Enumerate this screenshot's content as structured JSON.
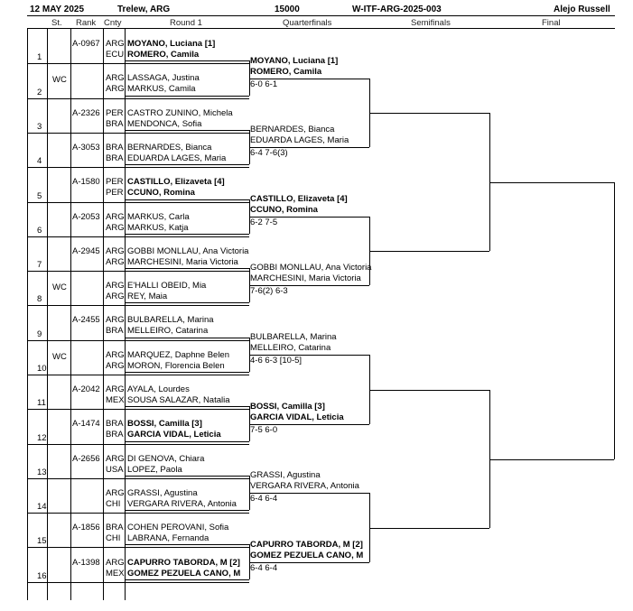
{
  "header": {
    "date": "12 MAY 2025",
    "location": "Trelew, ARG",
    "prize": "15000",
    "event_code": "W-ITF-ARG-2025-003",
    "referee": "Alejo Russell"
  },
  "columns": {
    "st": "St.",
    "rank": "Rank",
    "cnty": "Cnty",
    "round1": "Round 1",
    "qf": "Quarterfinals",
    "sf": "Semifinals",
    "final": "Final"
  },
  "draw": [
    {
      "line": "1",
      "st": "",
      "rank": "A-0967",
      "countries": [
        "ARG",
        "ECU"
      ],
      "players": [
        "MOYANO, Luciana [1]",
        "ROMERO, Camila"
      ],
      "bold": true
    },
    {
      "line": "2",
      "st": "WC",
      "rank": "",
      "countries": [
        "ARG",
        "ARG"
      ],
      "players": [
        "LASSAGA, Justina",
        "MARKUS, Camila"
      ],
      "bold": false
    },
    {
      "line": "3",
      "st": "",
      "rank": "A-2326",
      "countries": [
        "PER",
        "BRA"
      ],
      "players": [
        "CASTRO ZUNINO, Michela",
        "MENDONCA, Sofia"
      ],
      "bold": false
    },
    {
      "line": "4",
      "st": "",
      "rank": "A-3053",
      "countries": [
        "BRA",
        "BRA"
      ],
      "players": [
        "BERNARDES, Bianca",
        "EDUARDA LAGES, Maria"
      ],
      "bold": false
    },
    {
      "line": "5",
      "st": "",
      "rank": "A-1580",
      "countries": [
        "PER",
        "PER"
      ],
      "players": [
        "CASTILLO, Elizaveta [4]",
        "CCUNO, Romina"
      ],
      "bold": true
    },
    {
      "line": "6",
      "st": "",
      "rank": "A-2053",
      "countries": [
        "ARG",
        "ARG"
      ],
      "players": [
        "MARKUS, Carla",
        "MARKUS, Katja"
      ],
      "bold": false
    },
    {
      "line": "7",
      "st": "",
      "rank": "A-2945",
      "countries": [
        "ARG",
        "ARG"
      ],
      "players": [
        "GOBBI MONLLAU, Ana Victoria",
        "MARCHESINI, Maria Victoria"
      ],
      "bold": false
    },
    {
      "line": "8",
      "st": "WC",
      "rank": "",
      "countries": [
        "ARG",
        "ARG"
      ],
      "players": [
        "E'HALLI OBEID, Mia",
        "REY, Maia"
      ],
      "bold": false
    },
    {
      "line": "9",
      "st": "",
      "rank": "A-2455",
      "countries": [
        "ARG",
        "BRA"
      ],
      "players": [
        "BULBARELLA, Marina",
        "MELLEIRO, Catarina"
      ],
      "bold": false
    },
    {
      "line": "10",
      "st": "WC",
      "rank": "",
      "countries": [
        "ARG",
        "ARG"
      ],
      "players": [
        "MARQUEZ, Daphne Belen",
        "MORON, Florencia Belen"
      ],
      "bold": false
    },
    {
      "line": "11",
      "st": "",
      "rank": "A-2042",
      "countries": [
        "ARG",
        "MEX"
      ],
      "players": [
        "AYALA, Lourdes",
        "SOUSA SALAZAR, Natalia"
      ],
      "bold": false
    },
    {
      "line": "12",
      "st": "",
      "rank": "A-1474",
      "countries": [
        "BRA",
        "BRA"
      ],
      "players": [
        "BOSSI, Camilla [3]",
        "GARCIA VIDAL, Leticia"
      ],
      "bold": true
    },
    {
      "line": "13",
      "st": "",
      "rank": "A-2656",
      "countries": [
        "ARG",
        "USA"
      ],
      "players": [
        "DI GENOVA, Chiara",
        "LOPEZ, Paola"
      ],
      "bold": false
    },
    {
      "line": "14",
      "st": "",
      "rank": "",
      "countries": [
        "ARG",
        "CHI"
      ],
      "players": [
        "GRASSI, Agustina",
        "VERGARA RIVERA, Antonia"
      ],
      "bold": false
    },
    {
      "line": "15",
      "st": "",
      "rank": "A-1856",
      "countries": [
        "BRA",
        "CHI"
      ],
      "players": [
        "COHEN PEROVANI, Sofia",
        "LABRANA, Fernanda"
      ],
      "bold": false
    },
    {
      "line": "16",
      "st": "",
      "rank": "A-1398",
      "countries": [
        "ARG",
        "MEX"
      ],
      "players": [
        "CAPURRO TABORDA, M [2]",
        "GOMEZ PEZUELA CANO, M"
      ],
      "bold": true
    }
  ],
  "quarterfinals": [
    {
      "players": [
        "MOYANO, Luciana [1]",
        "ROMERO, Camila"
      ],
      "score": "6-0 6-1",
      "bold": true
    },
    {
      "players": [
        "BERNARDES, Bianca",
        "EDUARDA LAGES, Maria"
      ],
      "score": "6-4 7-6(3)",
      "bold": false
    },
    {
      "players": [
        "CASTILLO, Elizaveta [4]",
        "CCUNO, Romina"
      ],
      "score": "6-2 7-5",
      "bold": true
    },
    {
      "players": [
        "GOBBI MONLLAU, Ana Victoria",
        "MARCHESINI, Maria Victoria"
      ],
      "score": "7-6(2) 6-3",
      "bold": false
    },
    {
      "players": [
        "BULBARELLA, Marina",
        "MELLEIRO, Catarina"
      ],
      "score": "4-6 6-3 [10-5]",
      "bold": false
    },
    {
      "players": [
        "BOSSI, Camilla [3]",
        "GARCIA VIDAL, Leticia"
      ],
      "score": "7-5 6-0",
      "bold": true
    },
    {
      "players": [
        "GRASSI, Agustina",
        "VERGARA RIVERA, Antonia"
      ],
      "score": "6-4 6-4",
      "bold": false
    },
    {
      "players": [
        "CAPURRO TABORDA, M [2]",
        "GOMEZ PEZUELA CANO, M"
      ],
      "score": "6-4 6-4",
      "bold": true
    }
  ]
}
